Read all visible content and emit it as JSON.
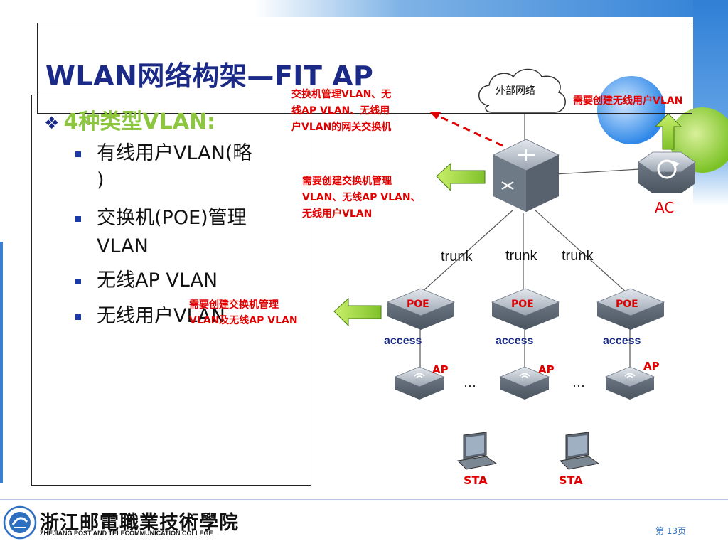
{
  "header": {
    "series_title": "《无线局域网组建与维护》",
    "slide_title": "WLAN网络构架—FIT AP"
  },
  "content": {
    "heading": "4种类型VLAN:",
    "bullets": [
      "有线用户VLAN(略",
      ")",
      "交换机(POE)管理",
      "VLAN",
      "无线AP VLAN",
      "无线用户VLAN"
    ]
  },
  "diagram": {
    "cloud_label": "外部网络",
    "gateway_note": [
      "交换机管理VLAN、无",
      "线AP VLAN、无线用",
      "户VLAN的网关交换机"
    ],
    "core_note": [
      "需要创建交换机管理",
      "VLAN、无线AP VLAN、",
      "无线用户VLAN"
    ],
    "ac_note": "需要创建无线用户VLAN",
    "ac_label": "AC",
    "access_note": [
      "需要创建交换机管理",
      "VLAN及无线AP VLAN"
    ],
    "trunk_labels": [
      "trunk",
      "trunk",
      "trunk"
    ],
    "poe_label": "POE",
    "access_label": "access",
    "ap_label": "AP",
    "ellipsis": "…",
    "sta_label": "STA",
    "colors": {
      "accent_green": "#8cc63f",
      "title_blue": "#1a2a86",
      "note_red": "#e00000"
    }
  },
  "footer": {
    "college_cn": "浙江邮電職業技術學院",
    "college_en": "ZHEJIANG POST AND TELECOMMUNICATION COLLEGE",
    "page": "第 13页"
  }
}
